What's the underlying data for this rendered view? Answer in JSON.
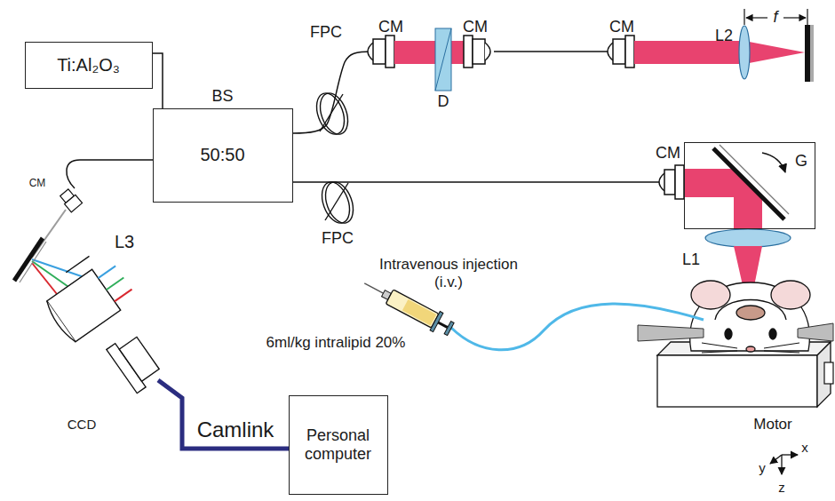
{
  "diagram": {
    "nodes": [
      {
        "text": [
          "Ti:Al₂O₃"
        ]
      },
      {
        "text": [
          "BS",
          "50:50"
        ]
      },
      {
        "text": [
          "Personal computer"
        ]
      },
      {
        "text": [
          "G"
        ]
      }
    ],
    "edges": [
      {
        "from": 0,
        "to": 1,
        "arrow": "none"
      },
      {
        "from": 1,
        "to": 3,
        "arrow": "none"
      }
    ],
    "labels": [
      "FPC",
      "CM",
      "D",
      "CM",
      "CM",
      "L2",
      "f",
      "CM",
      "FPC",
      "L1",
      "Intravenous injection (i.v.)",
      "6ml/kg intralipid 20%",
      "Motor",
      "y",
      "x",
      "z",
      "CM",
      "L3",
      "CCD",
      "Camlink"
    ]
  }
}
